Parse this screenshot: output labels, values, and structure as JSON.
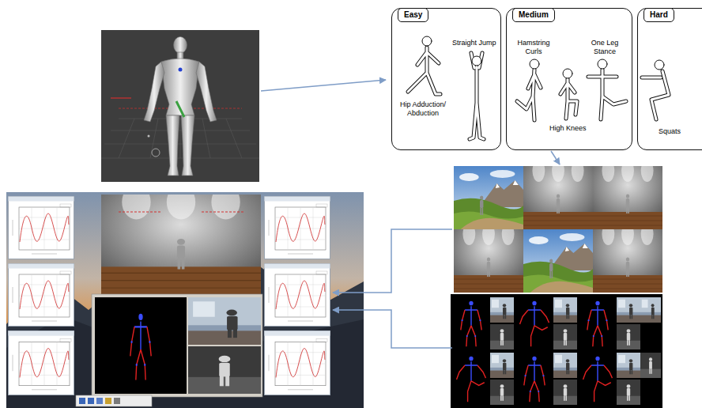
{
  "diagram": {
    "nodes": [
      {
        "text": [
          "Easy",
          "Straight Jump",
          "Hip Adduction/ Abduction"
        ]
      },
      {
        "text": [
          "Medium",
          "Hamstring Curls",
          "One Leg Stance",
          "High Knees"
        ]
      },
      {
        "text": [
          "Hard",
          "Squats"
        ]
      }
    ]
  }
}
